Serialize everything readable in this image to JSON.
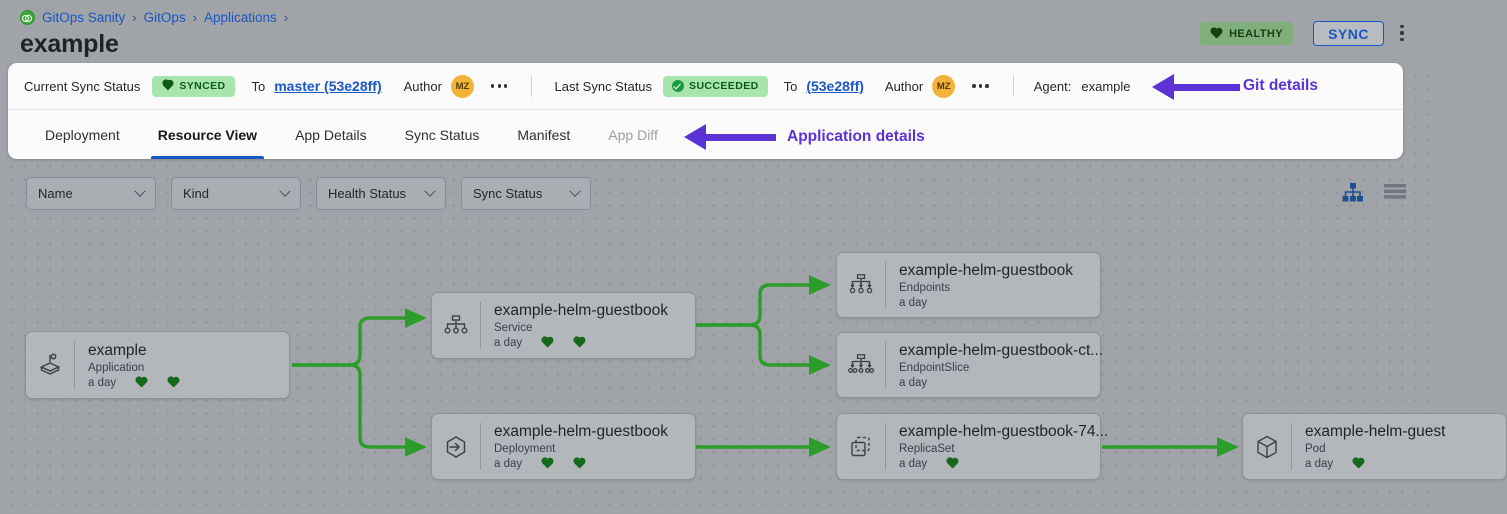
{
  "header": {
    "breadcrumb": [
      {
        "label": "GitOps Sanity",
        "icon": "gitops-logo-icon"
      },
      {
        "label": "GitOps"
      },
      {
        "label": "Applications"
      }
    ],
    "breadcrumb_separator": "›",
    "title": "example",
    "health_badge": {
      "label": "HEALTHY",
      "icon": "heart-icon",
      "bg": "#7faf7b",
      "fg": "#153f13"
    },
    "sync_button": {
      "label": "SYNC",
      "color": "#1a57c4"
    },
    "kebab_menu": "more-vertical-icon"
  },
  "status_bar": {
    "current_sync": {
      "label": "Current Sync Status",
      "pill": {
        "text": "SYNCED",
        "icon": "heart-icon",
        "bg": "#a8e5ac",
        "fg": "#0f5b16"
      },
      "to_label": "To",
      "revision": "master (53e28ff)",
      "author_label": "Author",
      "author_initials": "MZ",
      "more": "more-horizontal-icon"
    },
    "last_sync": {
      "label": "Last Sync Status",
      "pill": {
        "text": "SUCCEEDED",
        "icon": "check-circle-icon",
        "bg": "#a8e5ac",
        "fg": "#0f5b16"
      },
      "to_label": "To",
      "revision": "(53e28ff)",
      "author_label": "Author",
      "author_initials": "MZ",
      "more": "more-horizontal-icon"
    },
    "agent": {
      "label": "Agent:",
      "value": "example"
    }
  },
  "tabs": [
    {
      "label": "Deployment",
      "active": false,
      "disabled": false
    },
    {
      "label": "Resource View",
      "active": true,
      "disabled": false
    },
    {
      "label": "App Details",
      "active": false,
      "disabled": false
    },
    {
      "label": "Sync Status",
      "active": false,
      "disabled": false
    },
    {
      "label": "Manifest",
      "active": false,
      "disabled": false
    },
    {
      "label": "App Diff",
      "active": false,
      "disabled": true
    }
  ],
  "annotations": [
    {
      "label": "Git details",
      "color": "#5b32d6",
      "points_to": "agent-value"
    },
    {
      "label": "Application details",
      "color": "#5b32d6",
      "points_to": "tab-app-diff"
    }
  ],
  "filters": [
    {
      "label": "Name",
      "icon": "chevron-down-icon"
    },
    {
      "label": "Kind",
      "icon": "chevron-down-icon"
    },
    {
      "label": "Health Status",
      "icon": "chevron-down-icon"
    },
    {
      "label": "Sync Status",
      "icon": "chevron-down-icon"
    }
  ],
  "view_toggles": [
    {
      "name": "tree-view-icon",
      "active": true,
      "color": "#1d4f91"
    },
    {
      "name": "list-view-icon",
      "active": false,
      "color": "#71767c"
    }
  ],
  "graph": {
    "edge_color": "#2a9d2a",
    "nodes": [
      {
        "id": "app",
        "title": "example",
        "kind": "Application",
        "age": "a day",
        "icon": "application-icon",
        "hearts": 2
      },
      {
        "id": "svc",
        "title": "example-helm-guestbook",
        "kind": "Service",
        "age": "a day",
        "icon": "service-icon",
        "hearts": 2
      },
      {
        "id": "deploy",
        "title": "example-helm-guestbook",
        "kind": "Deployment",
        "age": "a day",
        "icon": "deployment-icon",
        "hearts": 2
      },
      {
        "id": "ep",
        "title": "example-helm-guestbook",
        "kind": "Endpoints",
        "age": "a day",
        "icon": "endpoints-icon",
        "hearts": 0
      },
      {
        "id": "eps",
        "title": "example-helm-guestbook-ct...",
        "kind": "EndpointSlice",
        "age": "a day",
        "icon": "endpointslice-icon",
        "hearts": 0
      },
      {
        "id": "rs",
        "title": "example-helm-guestbook-74...",
        "kind": "ReplicaSet",
        "age": "a day",
        "icon": "replicaset-icon",
        "hearts": 1
      },
      {
        "id": "pod",
        "title": "example-helm-guest",
        "kind": "Pod",
        "age": "a day",
        "icon": "pod-icon",
        "hearts": 1
      }
    ]
  }
}
